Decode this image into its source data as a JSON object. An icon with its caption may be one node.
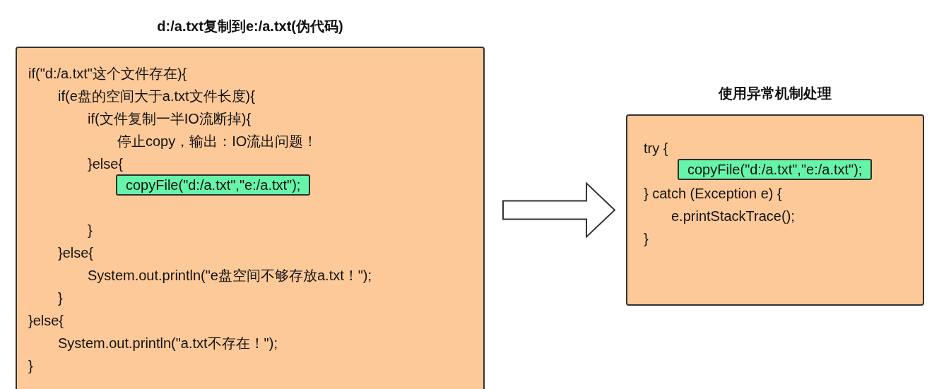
{
  "diagram": {
    "nodes": [
      {
        "text": [
          "d:/a.txt复制到e:/a.txt(伪代码)",
          "if(\"d:/a.txt\"这个文件存在){",
          "if(e盘的空间大于a.txt文件长度){",
          "if(文件复制一半IO流断掉){",
          "停止copy，输出：IO流出问题！",
          "}else{",
          "}",
          "}else{",
          "System.out.println(\"e盘空间不够存放a.txt！\");",
          "}",
          "}else{",
          "System.out.println(\"a.txt不存在！\");",
          "}"
        ]
      },
      {
        "text": [
          "copyFile(\"d:/a.txt\",\"e:/a.txt\");"
        ],
        "in": 0
      },
      {
        "text": [
          "使用异常机制处理",
          "try {",
          "} catch (Exception e) {",
          "e.printStackTrace();",
          "}"
        ]
      },
      {
        "text": [
          "copyFile(\"d:/a.txt\",\"e:/a.txt\");"
        ],
        "in": 2
      }
    ],
    "edges": [
      {
        "from": 0,
        "to": 2,
        "arrow": "to"
      }
    ]
  }
}
